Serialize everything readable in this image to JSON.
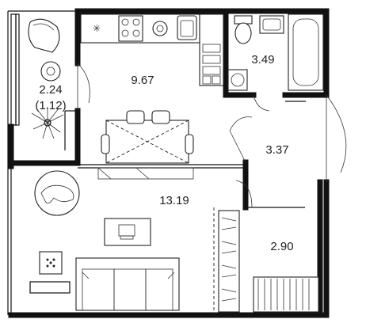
{
  "rooms": {
    "balcony_area": "2.24",
    "balcony_area_reduced": "(1.12)",
    "kitchen_area": "9.67",
    "bathroom_area": "3.49",
    "hallway_area": "3.37",
    "living_area": "13.19",
    "wardrobe_area": "2.90"
  },
  "colors": {
    "wall": "#111111",
    "line": "#222222",
    "background": "#ffffff"
  },
  "icons": [
    "armchair-icon",
    "plant-icon",
    "dining-table-icon",
    "stove-icon",
    "sink-icon",
    "toilet-icon",
    "bathtub-icon",
    "washing-machine-icon",
    "rug-icon",
    "tv-icon",
    "sofa-icon",
    "nightstand-icon",
    "closet-icon"
  ]
}
